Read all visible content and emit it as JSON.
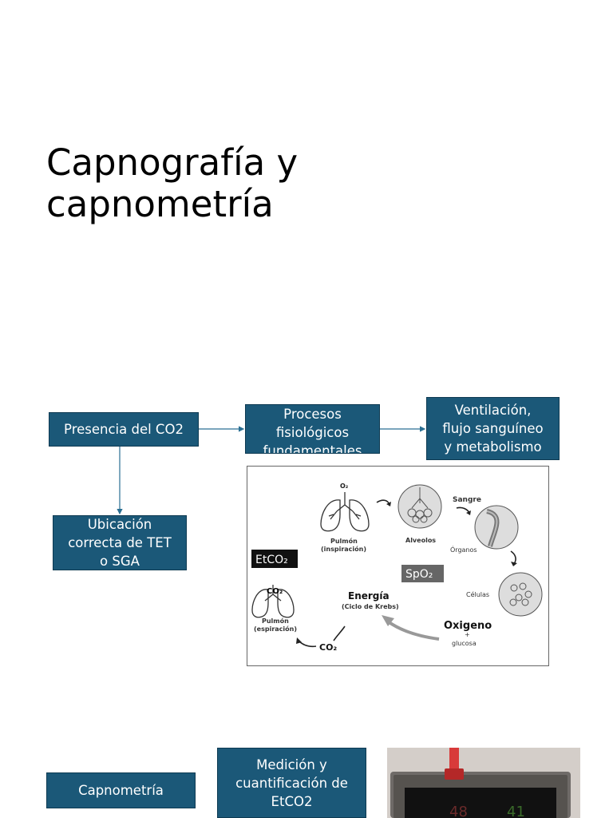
{
  "title": {
    "line1": "Capnografía y",
    "line2": "capnometría"
  },
  "boxes": {
    "presencia": "Presencia del CO2",
    "procesos": [
      "Procesos",
      "fisiológicos",
      "fundamentales"
    ],
    "ventilacion": [
      "Ventilación,",
      "flujo sanguíneo",
      "y metabolismo"
    ],
    "ubicacion": [
      "Ubicación",
      "correcta de TET",
      "o SGA"
    ],
    "capnometria": "Capnometría",
    "medicion": [
      "Medición y",
      "cuantificación de",
      "EtCO2"
    ]
  },
  "figure": {
    "o2": "O₂",
    "pulmon_insp": [
      "Pulmón",
      "(inspiración)"
    ],
    "alveolos": "Alveolos",
    "sangre": "Sangre",
    "organos": "Órganos",
    "celulas": "Células",
    "etco2": "EtCO₂",
    "spo2": "SpO₂",
    "energia": "Energía",
    "krebs": "(Ciclo de Krebs)",
    "co2_lung": "CO₂",
    "pulmon_esp": [
      "Pulmón",
      "(espiración)"
    ],
    "co2": "CO₂",
    "oxigeno": "Oxigeno",
    "plus": "+",
    "glucosa": "glucosa"
  },
  "colors": {
    "box_bg": "#1b5878",
    "arrow": "#2a6f93"
  },
  "icons": [
    "lung-icon",
    "alveoli-icon",
    "vessel-icon",
    "cells-icon",
    "capnometer-device"
  ]
}
